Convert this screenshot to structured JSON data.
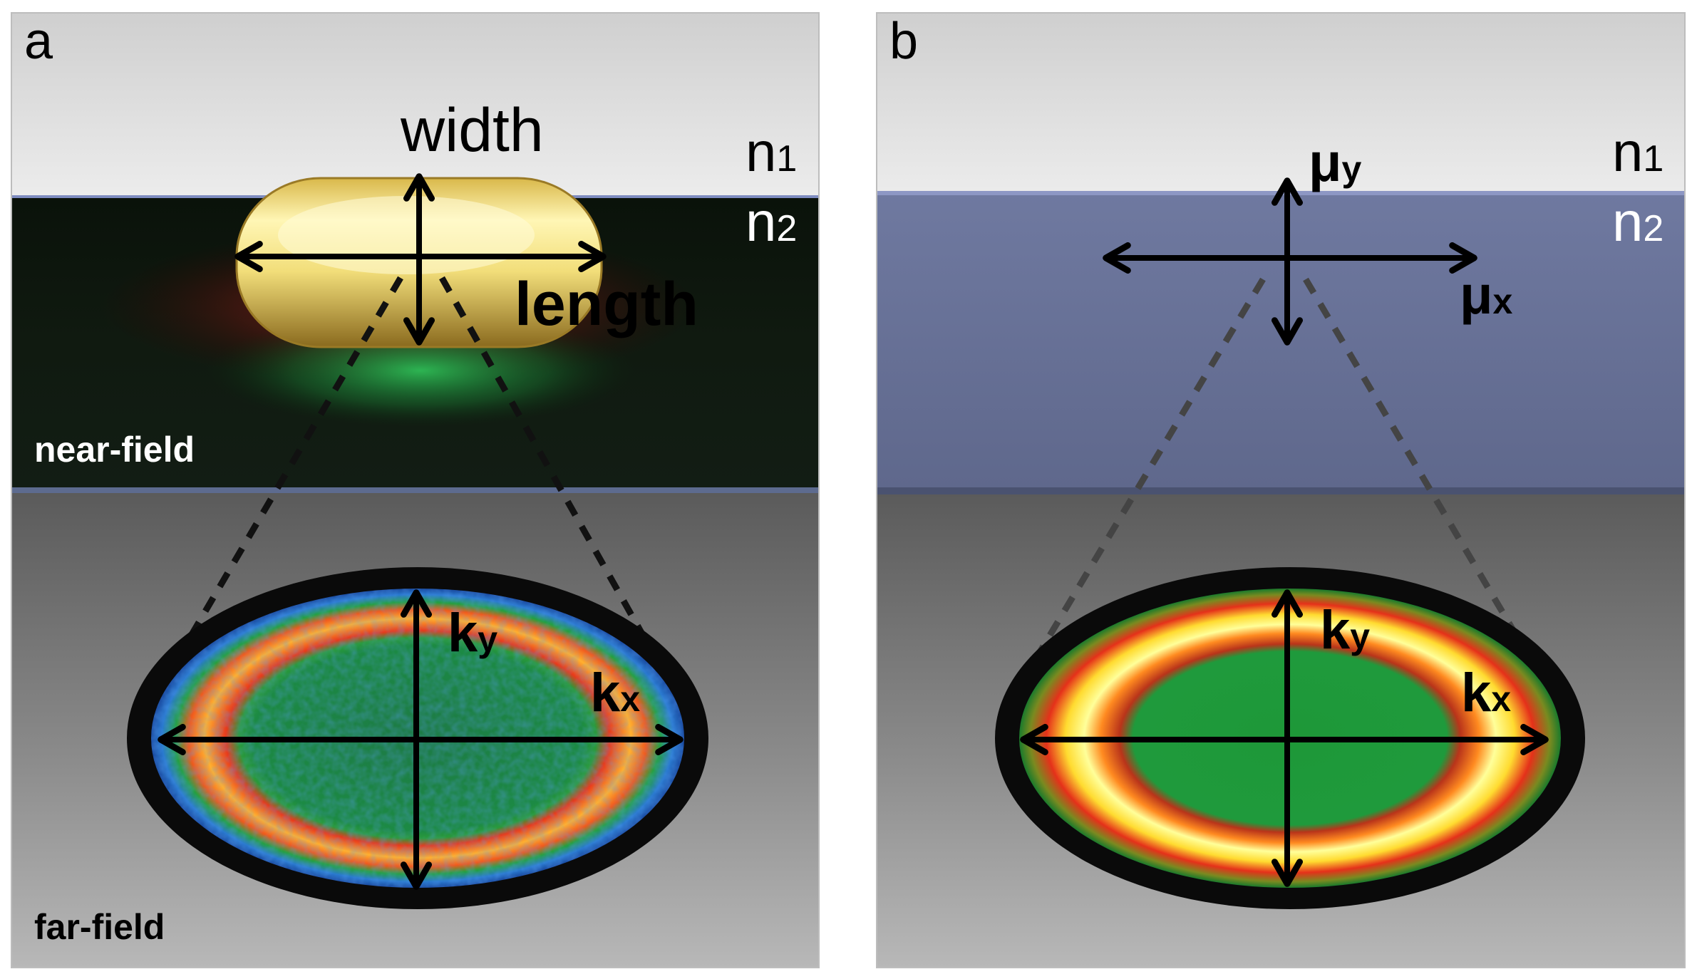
{
  "panel_a": {
    "letter": "a",
    "width_label": "width",
    "length_label": "length",
    "n1": {
      "base": "n",
      "sub": "1"
    },
    "n2": {
      "base": "n",
      "sub": "2"
    },
    "near_field_label": "near-field",
    "far_field_label": "far-field",
    "ky": {
      "base": "k",
      "sub": "y"
    },
    "kx": {
      "base": "k",
      "sub": "x"
    }
  },
  "panel_b": {
    "letter": "b",
    "n1": {
      "base": "n",
      "sub": "1"
    },
    "n2": {
      "base": "n",
      "sub": "2"
    },
    "mu_y": {
      "base": "μ",
      "sub": "y"
    },
    "mu_x": {
      "base": "μ",
      "sub": "x"
    },
    "ky": {
      "base": "k",
      "sub": "y"
    },
    "kx": {
      "base": "k",
      "sub": "x"
    }
  },
  "colors": {
    "top_medium": "#dcdcdc",
    "near_field_bg": "#0c160c",
    "dipole_layer": "#6a7499",
    "far_field_bg": "#7a7a7a",
    "rod_gold": "#f0dc80",
    "ring_red": "#e43a1c",
    "ring_yellow": "#ffe95a",
    "inner_green": "#1f9a3c",
    "noise_blue": "#2a6fd0"
  }
}
